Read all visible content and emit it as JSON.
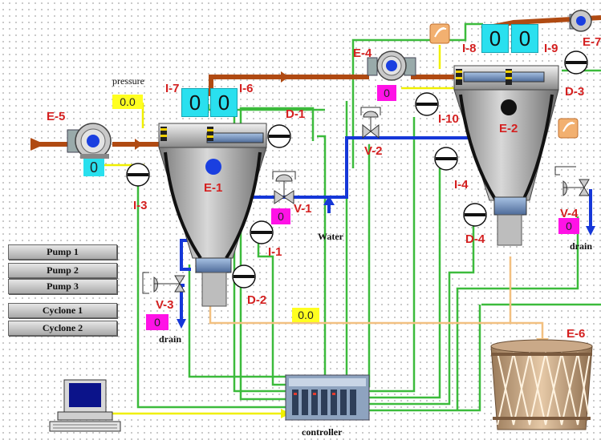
{
  "labels": {
    "pressure": "pressure",
    "water": "Water",
    "drain_left": "drain",
    "drain_right": "drain",
    "controller": "controller"
  },
  "tags": {
    "e5": "E-5",
    "e1": "E-1",
    "e2": "E-2",
    "e4": "E-4",
    "e6": "E-6",
    "e7": "E-7",
    "i1": "I-1",
    "i3": "I-3",
    "i4": "I-4",
    "i6": "I-6",
    "i7": "I-7",
    "i8": "I-8",
    "i9": "I-9",
    "i10": "I-10",
    "d1": "D-1",
    "d2": "D-2",
    "d3": "D-3",
    "d4": "D-4",
    "v1": "V-1",
    "v2": "V-2",
    "v3": "V-3",
    "v4": "V-4"
  },
  "displays": {
    "pressure_value": "0.0",
    "pump_e5": "0",
    "i7_value": "0",
    "i6_value": "0",
    "i8_value": "0",
    "i9_value": "0",
    "v1_value": "0",
    "v2_value": "0",
    "v3_value": "0",
    "v4_value": "0",
    "flow_value": "0.0"
  },
  "buttons": {
    "pump1": "Pump 1",
    "pump2": "Pump 2",
    "pump3": "Pump 3",
    "cyclone1": "Cyclone 1",
    "cyclone2": "Cyclone 2"
  },
  "colors": {
    "feed_pipe": "#b04a12",
    "water_pipe": "#1537d8",
    "signal_line": "#3cbb3c",
    "yellow_line": "#f0f000",
    "tan_line": "#f2c080",
    "tag_text": "#d42020",
    "display_cyan": "#29e0ee",
    "display_yellow": "#ffff20",
    "display_magenta": "#ff12e6"
  },
  "icons": [
    "pump-icon",
    "valve-icon",
    "flow-indicator-icon",
    "computer-icon",
    "controller-rack-icon",
    "tank-icon",
    "sensor-icon"
  ]
}
